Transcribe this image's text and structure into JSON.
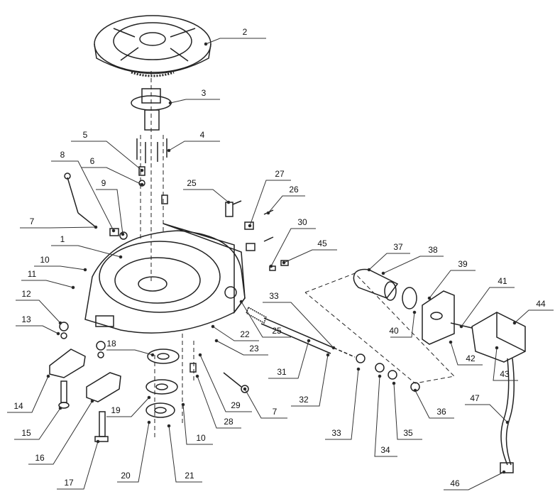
{
  "diagram": {
    "type": "exploded-parts-diagram",
    "callouts": [
      "2",
      "3",
      "4",
      "5",
      "6",
      "8",
      "9",
      "7",
      "1",
      "10",
      "11",
      "12",
      "13",
      "14",
      "15",
      "16",
      "17",
      "18",
      "19",
      "20",
      "21",
      "10",
      "28",
      "29",
      "7",
      "22",
      "23",
      "25",
      "27",
      "26",
      "30",
      "45",
      "25",
      "33",
      "31",
      "32",
      "33",
      "34",
      "35",
      "36",
      "37",
      "38",
      "39",
      "41",
      "40",
      "42",
      "43",
      "44",
      "47",
      "46"
    ]
  }
}
